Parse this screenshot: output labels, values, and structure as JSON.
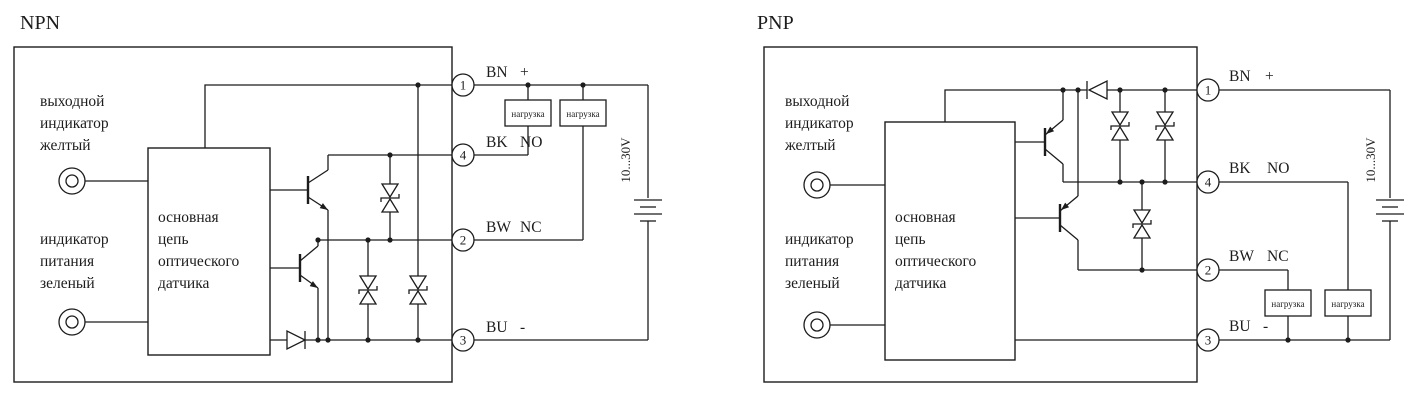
{
  "panels": [
    {
      "title": "NPN",
      "output_indicator_lines": [
        "выходной",
        "индикатор",
        "желтый"
      ],
      "power_indicator_lines": [
        "индикатор",
        "питания",
        "зеленый"
      ],
      "main_circuit_lines": [
        "основная",
        "цепь",
        "оптического",
        "датчика"
      ],
      "terminals": [
        {
          "number": "1",
          "wire": "BN",
          "signal": "+"
        },
        {
          "number": "4",
          "wire": "BK",
          "signal": "NO"
        },
        {
          "number": "2",
          "wire": "BW",
          "signal": "NC"
        },
        {
          "number": "3",
          "wire": "BU",
          "signal": "-"
        }
      ],
      "loads": [
        "нагрузка",
        "нагрузка"
      ],
      "supply_voltage": "10...30V"
    },
    {
      "title": "PNP",
      "output_indicator_lines": [
        "выходной",
        "индикатор",
        "желтый"
      ],
      "power_indicator_lines": [
        "индикатор",
        "питания",
        "зеленый"
      ],
      "main_circuit_lines": [
        "основная",
        "цепь",
        "оптического",
        "датчика"
      ],
      "terminals": [
        {
          "number": "1",
          "wire": "BN",
          "signal": "+"
        },
        {
          "number": "4",
          "wire": "BK",
          "signal": "NO"
        },
        {
          "number": "2",
          "wire": "BW",
          "signal": "NC"
        },
        {
          "number": "3",
          "wire": "BU",
          "signal": "-"
        }
      ],
      "loads": [
        "нагрузка",
        "нагрузка"
      ],
      "supply_voltage": "10...30V"
    }
  ]
}
